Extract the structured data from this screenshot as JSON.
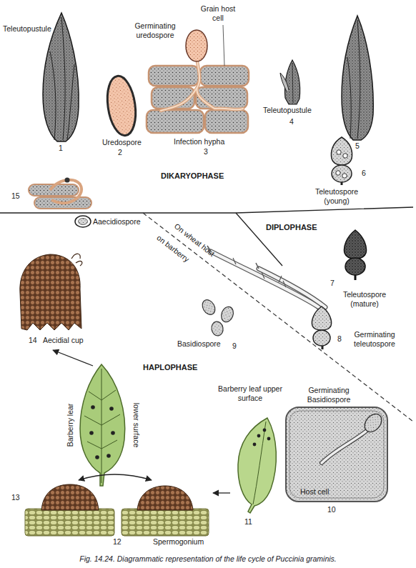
{
  "diagram": {
    "caption": "Fig. 14.24. Diagrammatic representation of the life cycle of Puccinia graminis.",
    "labels": [
      "Teleutopustule",
      "Germinating uredospore",
      "Grain host cell",
      "Teleutopustule",
      "1",
      "Uredospore",
      "2",
      "Infection hypha",
      "3",
      "4",
      "5",
      "DIKARYOPHASE",
      "6",
      "15",
      "Teleutospore (young)",
      "Aaecidiospore",
      "DIPLOPHASE",
      "7",
      "Teleutospore (mature)",
      "On wheat host",
      "on barberry",
      "8",
      "Germinating teleutospore",
      "14",
      "Aecidial cup",
      "Basidiospore",
      "9",
      "HAPLOPHASE",
      "Barberry leaf upper surface",
      "Germinating Basidiospore",
      "Barberry lear",
      "lower surface",
      "13",
      "Host cell",
      "11",
      "10",
      "Spermogonium",
      "12"
    ]
  }
}
